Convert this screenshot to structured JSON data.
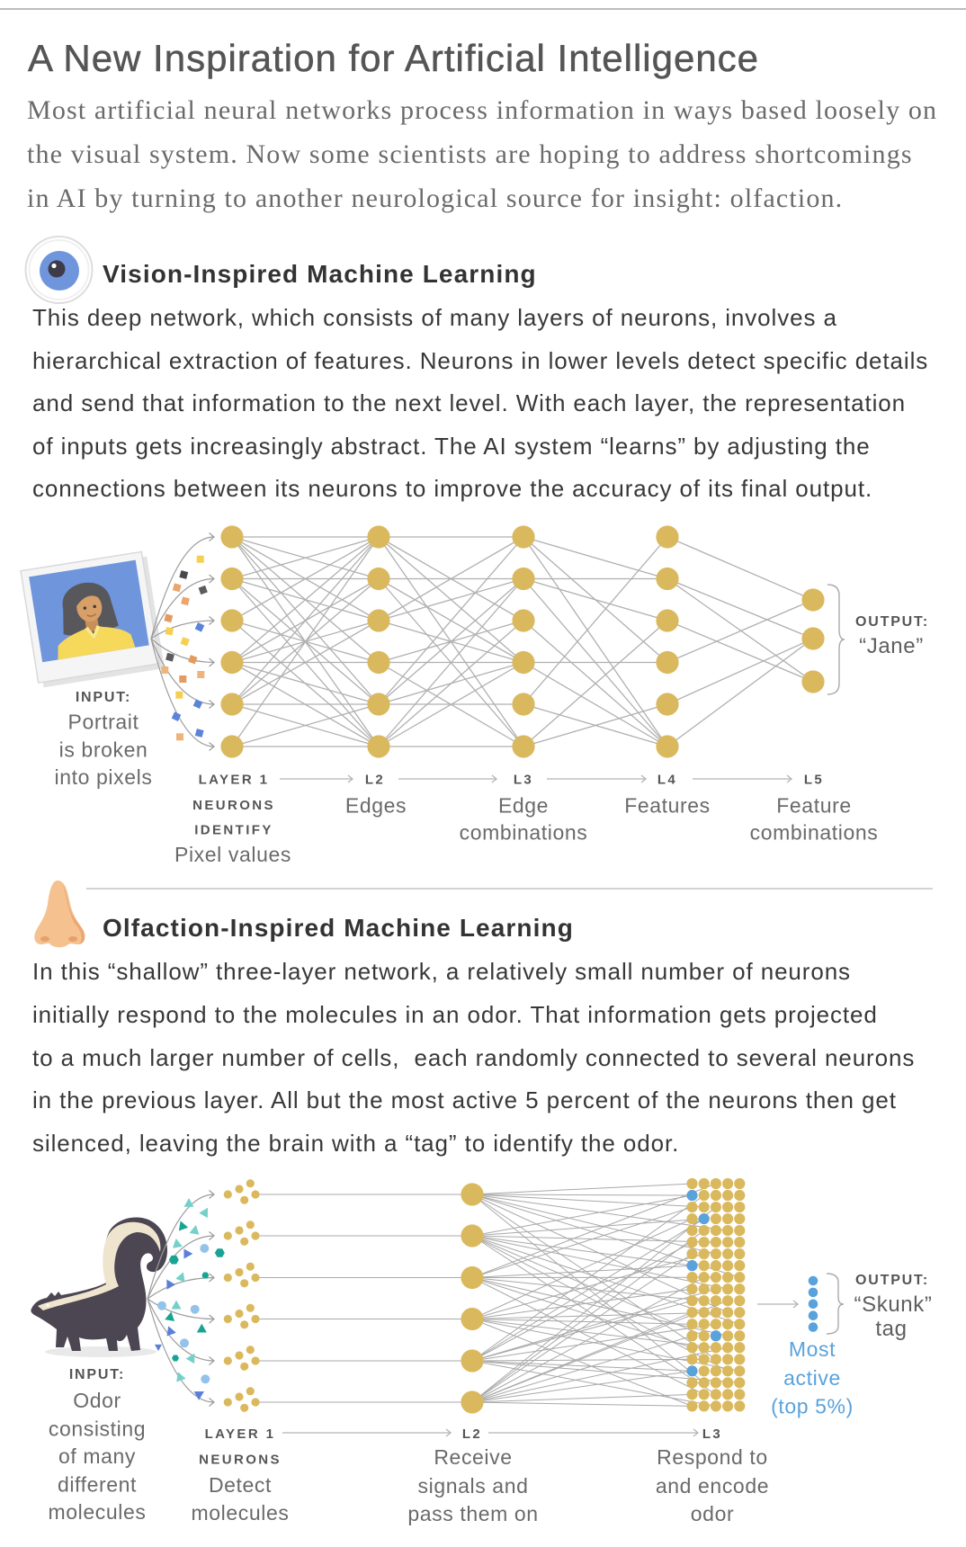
{
  "colors": {
    "neuron": "#dab95e",
    "active": "#5aa2dc",
    "line": "#b0b0b0",
    "heading_text": "#333333",
    "muted_text": "#6a6a6a"
  },
  "header": {
    "title": "A New Inspiration for Artificial Intelligence",
    "intro_lines": [
      "Most artificial neural networks process information in ways based loosely on",
      "the visual system. Now some scientists are hoping to address shortcomings",
      "in AI by turning to another neurological source for insight: olfaction."
    ]
  },
  "vision": {
    "icon": "eye-icon",
    "heading": "Vision-Inspired Machine Learning",
    "body_lines": [
      "This deep network, which consists of many layers of neurons, involves a",
      "hierarchical extraction of features. Neurons in lower levels detect specific details",
      "and send that information to the next level. With each layer, the representation",
      "of inputs gets increasingly abstract. The AI system “learns” by adjusting the",
      "connections between its neurons to improve the accuracy of its final output."
    ]
  },
  "vision_diagram": {
    "input_icon": "portrait-photo",
    "input_label": "INPUT:",
    "input_desc": [
      "Portrait",
      "is broken",
      "into pixels"
    ],
    "layers": [
      {
        "label": "LAYER 1",
        "sub": [
          "NEURONS",
          "IDENTIFY"
        ],
        "desc": [
          "Pixel values"
        ],
        "neurons": 6
      },
      {
        "label": "L2",
        "desc": [
          "Edges"
        ],
        "neurons": 6
      },
      {
        "label": "L3",
        "desc": [
          "Edge",
          "combinations"
        ],
        "neurons": 6
      },
      {
        "label": "L4",
        "desc": [
          "Features"
        ],
        "neurons": 6
      },
      {
        "label": "L5",
        "desc": [
          "Feature",
          "combinations"
        ],
        "neurons": 3
      }
    ],
    "edges": [
      [
        [
          0,
          0
        ],
        [
          0,
          1
        ],
        [
          0,
          2
        ],
        [
          0,
          3
        ],
        [
          0,
          4
        ],
        [
          0,
          5
        ],
        [
          1,
          0
        ],
        [
          1,
          1
        ],
        [
          1,
          2
        ],
        [
          1,
          4
        ],
        [
          1,
          5
        ],
        [
          2,
          0
        ],
        [
          2,
          3
        ],
        [
          2,
          5
        ],
        [
          3,
          0
        ],
        [
          3,
          1
        ],
        [
          3,
          2
        ],
        [
          3,
          3
        ],
        [
          3,
          4
        ],
        [
          3,
          5
        ],
        [
          4,
          0
        ],
        [
          4,
          1
        ],
        [
          4,
          2
        ],
        [
          4,
          4
        ],
        [
          4,
          5
        ],
        [
          5,
          0
        ],
        [
          5,
          4
        ],
        [
          5,
          5
        ]
      ],
      [
        [
          0,
          0
        ],
        [
          0,
          2
        ],
        [
          0,
          3
        ],
        [
          0,
          5
        ],
        [
          1,
          1
        ],
        [
          1,
          3
        ],
        [
          1,
          5
        ],
        [
          2,
          0
        ],
        [
          2,
          1
        ],
        [
          2,
          3
        ],
        [
          3,
          2
        ],
        [
          3,
          3
        ],
        [
          3,
          5
        ],
        [
          4,
          0
        ],
        [
          4,
          1
        ],
        [
          4,
          3
        ],
        [
          4,
          4
        ],
        [
          5,
          1
        ],
        [
          5,
          2
        ],
        [
          5,
          3
        ],
        [
          5,
          5
        ]
      ],
      [
        [
          0,
          1
        ],
        [
          0,
          3
        ],
        [
          0,
          5
        ],
        [
          1,
          1
        ],
        [
          1,
          2
        ],
        [
          1,
          5
        ],
        [
          2,
          5
        ],
        [
          3,
          3
        ],
        [
          3,
          5
        ],
        [
          4,
          0
        ],
        [
          4,
          5
        ],
        [
          5,
          2
        ],
        [
          5,
          4
        ]
      ],
      [
        [
          0,
          0
        ],
        [
          1,
          1
        ],
        [
          1,
          2
        ],
        [
          2,
          2
        ],
        [
          3,
          0
        ],
        [
          4,
          1
        ],
        [
          5,
          1
        ]
      ]
    ],
    "output_label": "OUTPUT:",
    "output_value": "“Jane”"
  },
  "olfaction": {
    "icon": "nose-icon",
    "heading": "Olfaction-Inspired Machine Learning",
    "body_lines": [
      "In this “shallow” three-layer network, a relatively small number of neurons",
      "initially respond to the molecules in an odor. That information gets projected",
      "to a much larger number of cells,  each randomly connected to several neurons",
      "in the previous layer. All but the most active 5 percent of the neurons then get",
      "silenced, leaving the brain with a “tag” to identify the odor."
    ]
  },
  "olfaction_diagram": {
    "input_icon": "skunk-illustration",
    "input_label": "INPUT:",
    "input_desc": [
      "Odor",
      "consisting",
      "of many",
      "different",
      "molecules"
    ],
    "layers": [
      {
        "label": "LAYER 1",
        "sub": [
          "NEURONS"
        ],
        "desc": [
          "Detect",
          "molecules"
        ],
        "neurons": 6,
        "dots_per_neuron": 5
      },
      {
        "label": "L2",
        "desc": [
          "Receive",
          "signals and",
          "pass them on"
        ],
        "neurons": 6
      },
      {
        "label": "L3",
        "desc": [
          "Respond to",
          "and encode",
          "odor"
        ],
        "rows": 20,
        "cols": 5
      }
    ],
    "edges": [
      [
        0,
        0,
        0
      ],
      [
        0,
        1,
        0
      ],
      [
        0,
        2,
        1
      ],
      [
        0,
        4,
        3
      ],
      [
        0,
        6,
        2
      ],
      [
        0,
        8,
        4
      ],
      [
        0,
        11,
        3
      ],
      [
        0,
        15,
        2
      ],
      [
        0,
        17,
        1
      ],
      [
        1,
        1,
        0
      ],
      [
        1,
        3,
        1
      ],
      [
        1,
        5,
        2
      ],
      [
        1,
        7,
        0
      ],
      [
        1,
        9,
        3
      ],
      [
        1,
        12,
        4
      ],
      [
        1,
        13,
        1
      ],
      [
        1,
        16,
        3
      ],
      [
        1,
        18,
        2
      ],
      [
        2,
        0,
        2
      ],
      [
        2,
        2,
        0
      ],
      [
        2,
        7,
        0
      ],
      [
        2,
        8,
        2
      ],
      [
        2,
        10,
        1
      ],
      [
        2,
        13,
        3
      ],
      [
        2,
        14,
        0
      ],
      [
        2,
        18,
        1
      ],
      [
        3,
        3,
        0
      ],
      [
        3,
        6,
        1
      ],
      [
        3,
        9,
        0
      ],
      [
        3,
        11,
        2
      ],
      [
        3,
        12,
        0
      ],
      [
        3,
        14,
        2
      ],
      [
        3,
        16,
        4
      ],
      [
        3,
        19,
        0
      ],
      [
        4,
        1,
        1
      ],
      [
        4,
        3,
        1
      ],
      [
        4,
        5,
        0
      ],
      [
        4,
        9,
        2
      ],
      [
        4,
        10,
        0
      ],
      [
        4,
        12,
        2
      ],
      [
        4,
        15,
        1
      ],
      [
        4,
        16,
        0
      ],
      [
        4,
        17,
        4
      ],
      [
        4,
        19,
        2
      ],
      [
        5,
        2,
        2
      ],
      [
        5,
        4,
        1
      ],
      [
        5,
        6,
        0
      ],
      [
        5,
        8,
        1
      ],
      [
        5,
        10,
        3
      ],
      [
        5,
        11,
        0
      ],
      [
        5,
        13,
        0
      ],
      [
        5,
        14,
        3
      ],
      [
        5,
        16,
        0
      ],
      [
        5,
        18,
        0
      ],
      [
        5,
        19,
        0
      ]
    ],
    "active_cells": [
      [
        1,
        0
      ],
      [
        3,
        1
      ],
      [
        7,
        0
      ],
      [
        13,
        2
      ],
      [
        16,
        0
      ]
    ],
    "active_output_count": 5,
    "active_label": [
      "Most",
      "active",
      "(top 5%)"
    ],
    "output_label": "OUTPUT:",
    "output_value": [
      "“Skunk”",
      "tag"
    ]
  }
}
